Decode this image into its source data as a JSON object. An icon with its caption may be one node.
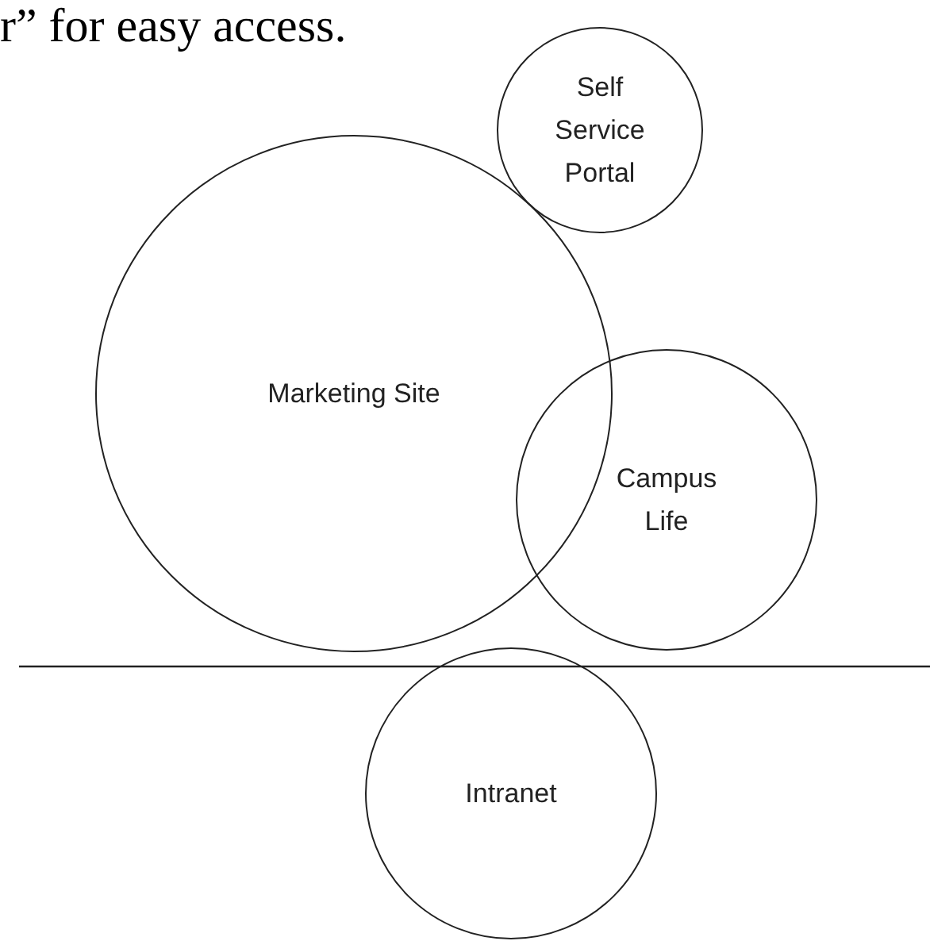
{
  "diagram": {
    "nodes": [
      {
        "text": [
          "Self Service Portal"
        ]
      },
      {
        "text": [
          "Marketing Site"
        ]
      },
      {
        "text": [
          "Campus Life"
        ]
      },
      {
        "text": [
          "Intranet"
        ]
      }
    ],
    "edges": [],
    "labels": [
      "r” for easy access."
    ]
  }
}
